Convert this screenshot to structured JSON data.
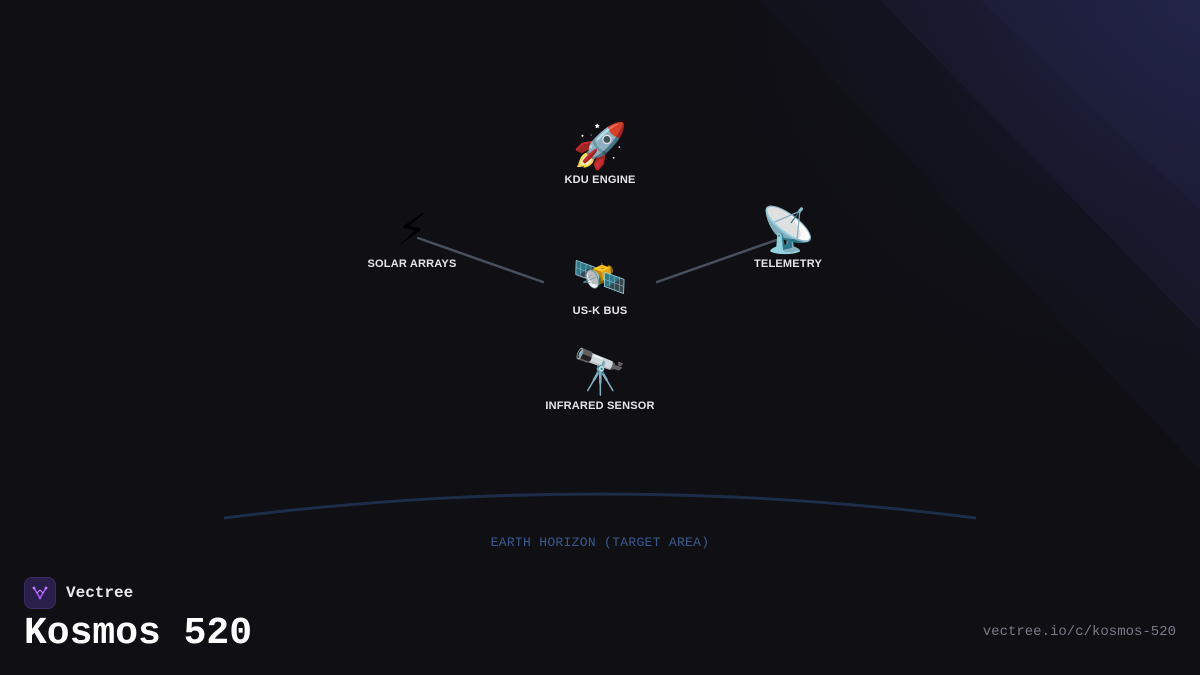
{
  "brand": {
    "name": "Vectree",
    "logo_icon": "vectree-logo-icon",
    "accent": "#a855f7"
  },
  "page": {
    "title": "Kosmos 520",
    "url": "vectree.io/c/kosmos-520"
  },
  "diagram": {
    "center": {
      "id": "bus",
      "label": "US-K BUS",
      "icon": "satellite-icon",
      "glyph": "🛰️"
    },
    "nodes": [
      {
        "id": "engine",
        "label": "KDU ENGINE",
        "icon": "rocket-icon",
        "glyph": "🚀"
      },
      {
        "id": "solar",
        "label": "SOLAR ARRAYS",
        "icon": "lightning-icon",
        "glyph": "⚡"
      },
      {
        "id": "telemetry",
        "label": "TELEMETRY",
        "icon": "satellite-dish-icon",
        "glyph": "📡"
      },
      {
        "id": "sensor",
        "label": "INFRARED SENSOR",
        "icon": "telescope-icon",
        "glyph": "🔭"
      }
    ],
    "connections": [
      {
        "from": "bus",
        "to": "solar"
      },
      {
        "from": "bus",
        "to": "telemetry"
      }
    ],
    "horizon_label": "EARTH HORIZON (TARGET AREA)",
    "colors": {
      "connector": "#4a4f5e",
      "horizon": "#1c2c4a",
      "horizon_label": "#3a5a8e"
    }
  }
}
